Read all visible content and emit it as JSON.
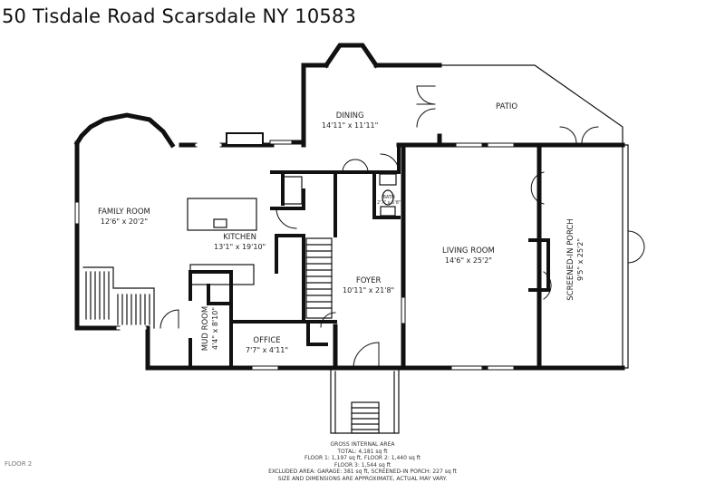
{
  "header": {
    "title": "50 Tisdale Road Scarsdale NY 10583"
  },
  "rooms": {
    "dining": {
      "name": "DINING",
      "dim": "14'11\" x 11'11\""
    },
    "patio": {
      "name": "PATIO"
    },
    "family": {
      "name": "FAMILY ROOM",
      "dim": "12'6\" x 20'2\""
    },
    "kitchen": {
      "name": "KITCHEN",
      "dim": "13'1\" x 19'10\""
    },
    "bath": {
      "name": "BATH",
      "dim": "2'7\" x 5'8\""
    },
    "living": {
      "name": "LIVING ROOM",
      "dim": "14'6\" x 25'2\""
    },
    "foyer": {
      "name": "FOYER",
      "dim": "10'11\" x 21'8\""
    },
    "porch": {
      "name": "SCREENED-IN PORCH",
      "dim": "9'5\" x 25'2\""
    },
    "mud": {
      "name": "MUD ROOM",
      "dim": "4'4\" x 8'10\""
    },
    "office": {
      "name": "OFFICE",
      "dim": "7'7\" x 4'11\""
    }
  },
  "footer": {
    "l1": "GROSS INTERNAL AREA",
    "l2": "TOTAL: 4,181 sq ft",
    "l3": "FLOOR 1: 1,197 sq ft, FLOOR 2: 1,440 sq ft",
    "l4": "FLOOR 3: 1,544 sq ft",
    "l5": "EXCLUDED AREA: GARAGE: 381 sq ft, SCREENED-IN PORCH: 227 sq ft",
    "l6": "SIZE AND DIMENSIONS ARE APPROXIMATE, ACTUAL MAY VARY."
  },
  "floor_label": "FLOOR 2"
}
